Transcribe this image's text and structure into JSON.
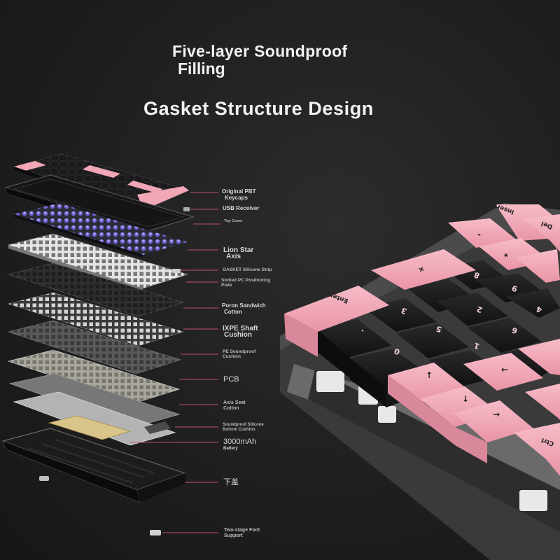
{
  "titles": {
    "line1": "Five-layer Soundproof",
    "line2": "Filling",
    "headline": "Gasket Structure Design"
  },
  "callouts": [
    {
      "id": "keycaps",
      "line1": "Original PBT",
      "line2": "Keycaps"
    },
    {
      "id": "receiver",
      "line1": "USB Receiver"
    },
    {
      "id": "topcover",
      "line1": "Top Cover"
    },
    {
      "id": "axis",
      "line1": "Lion Star",
      "line2": "Axis"
    },
    {
      "id": "gasket",
      "line1": "GASKET Silicone Strip"
    },
    {
      "id": "plate",
      "line1": "Slotted PC Positioning",
      "line2": "Plate"
    },
    {
      "id": "poron",
      "line1": "Poron Sandwich",
      "line2": "Cotton"
    },
    {
      "id": "ixpe",
      "line1": "IXPE Shaft",
      "line2": "Cushion"
    },
    {
      "id": "pe",
      "line1": "PE Soundproof",
      "line2": "Cushion"
    },
    {
      "id": "pcb",
      "line1": "PCB"
    },
    {
      "id": "axisseat",
      "line1": "Axis Seat",
      "line2": "Cotton"
    },
    {
      "id": "bottom",
      "line1": "Soundproof Silicone",
      "line2": "Bottom Cushion"
    },
    {
      "id": "battery",
      "line1": "3000mAh",
      "line2": "Battery"
    },
    {
      "id": "lowercover",
      "line1": "下盖"
    },
    {
      "id": "foot",
      "line1": "Two-stage Foot",
      "line2": "Support"
    }
  ],
  "colors": {
    "accent_line": "#c0506a",
    "pink_key": "#f2a7b6",
    "black_key": "#1b1b1d",
    "background": "#1f1f1f"
  },
  "key_legends": [
    "Insert",
    "Del",
    "-",
    "*",
    "+",
    "8",
    "9",
    "5",
    "6",
    "2",
    "3",
    ".",
    "0",
    "Enter",
    "4",
    "1",
    "↑",
    "←",
    "↓",
    "→",
    "Ctrl"
  ]
}
